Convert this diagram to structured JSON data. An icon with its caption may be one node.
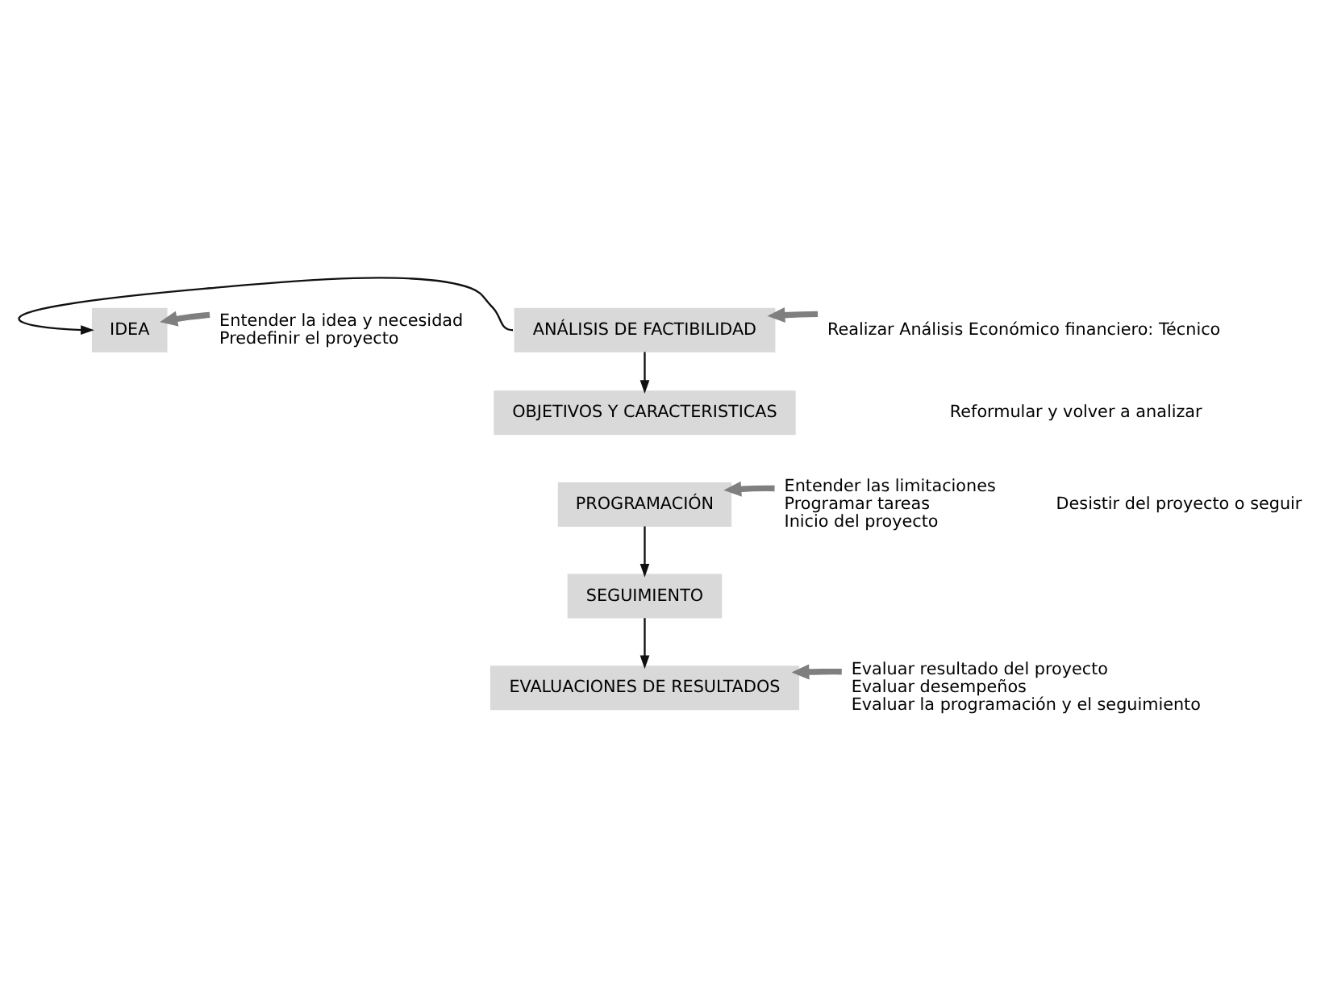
{
  "diagram": {
    "nodes": [
      {
        "text": [
          "IDEA"
        ]
      },
      {
        "text": [
          "ANÁLISIS DE FACTIBILIDAD"
        ]
      },
      {
        "text": [
          "OBJETIVOS Y CARACTERISTICAS"
        ]
      },
      {
        "text": [
          "PROGRAMACIÓN"
        ]
      },
      {
        "text": [
          "SEGUIMIENTO"
        ]
      },
      {
        "text": [
          "EVALUACIONES DE RESULTADOS"
        ]
      },
      {
        "text": [
          "Entender la idea y necesidad",
          "Predefinir el proyecto"
        ]
      },
      {
        "text": [
          "Realizar Análisis Económico financiero: Técnico"
        ]
      },
      {
        "text": [
          "Entender las limitaciones",
          "Programar tareas",
          "Inicio del proyecto"
        ]
      },
      {
        "text": [
          "Evaluar resultado del proyecto",
          "Evaluar desempeños",
          "Evaluar la programación y el seguimiento"
        ]
      }
    ],
    "edges": [
      {
        "from": 1,
        "to": 2,
        "arrow": "to"
      },
      {
        "from": 1,
        "to": 0,
        "arrow": "to"
      },
      {
        "from": 3,
        "to": 4,
        "arrow": "to"
      },
      {
        "from": 4,
        "to": 5,
        "arrow": "to"
      },
      {
        "from": 6,
        "to": 0,
        "arrow": "to",
        "style": "thick",
        "color": "#7f7f7f"
      },
      {
        "from": 7,
        "to": 1,
        "arrow": "to",
        "style": "thick",
        "color": "#7f7f7f"
      },
      {
        "from": 8,
        "to": 3,
        "arrow": "to",
        "style": "thick",
        "color": "#7f7f7f"
      },
      {
        "from": 9,
        "to": 5,
        "arrow": "to",
        "style": "thick",
        "color": "#7f7f7f"
      }
    ],
    "labels": [
      "Reformular y volver a analizar",
      "Desistir del proyecto o seguir"
    ]
  }
}
